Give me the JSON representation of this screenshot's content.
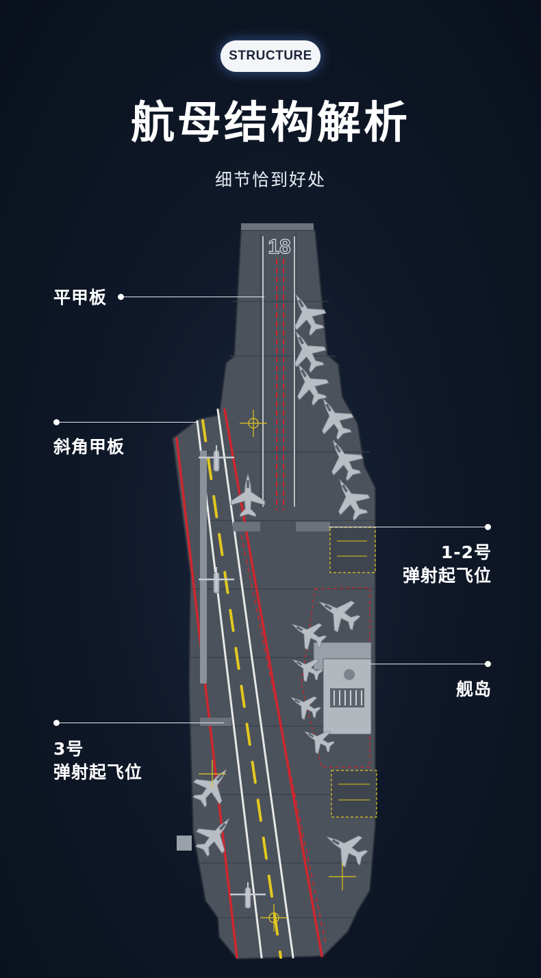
{
  "badge": "STRUCTURE",
  "title": "航母结构解析",
  "subtitle": "细节恰到好处",
  "hull_number": "18",
  "callouts": {
    "flat_deck": "平甲板",
    "angled_deck": "斜角甲板",
    "catapult_12_line1": "1-2号",
    "catapult_12_line2": "弹射起飞位",
    "island": "舰岛",
    "catapult_3_line1": "3号",
    "catapult_3_line2": "弹射起飞位"
  },
  "colors": {
    "deck": "#4b525c",
    "deck_dark": "#3a4049",
    "stripe_red": "#d0262e",
    "stripe_yellow": "#e2c81e",
    "stripe_white": "#e8e8e8",
    "aircraft": "#b8bcc3"
  }
}
